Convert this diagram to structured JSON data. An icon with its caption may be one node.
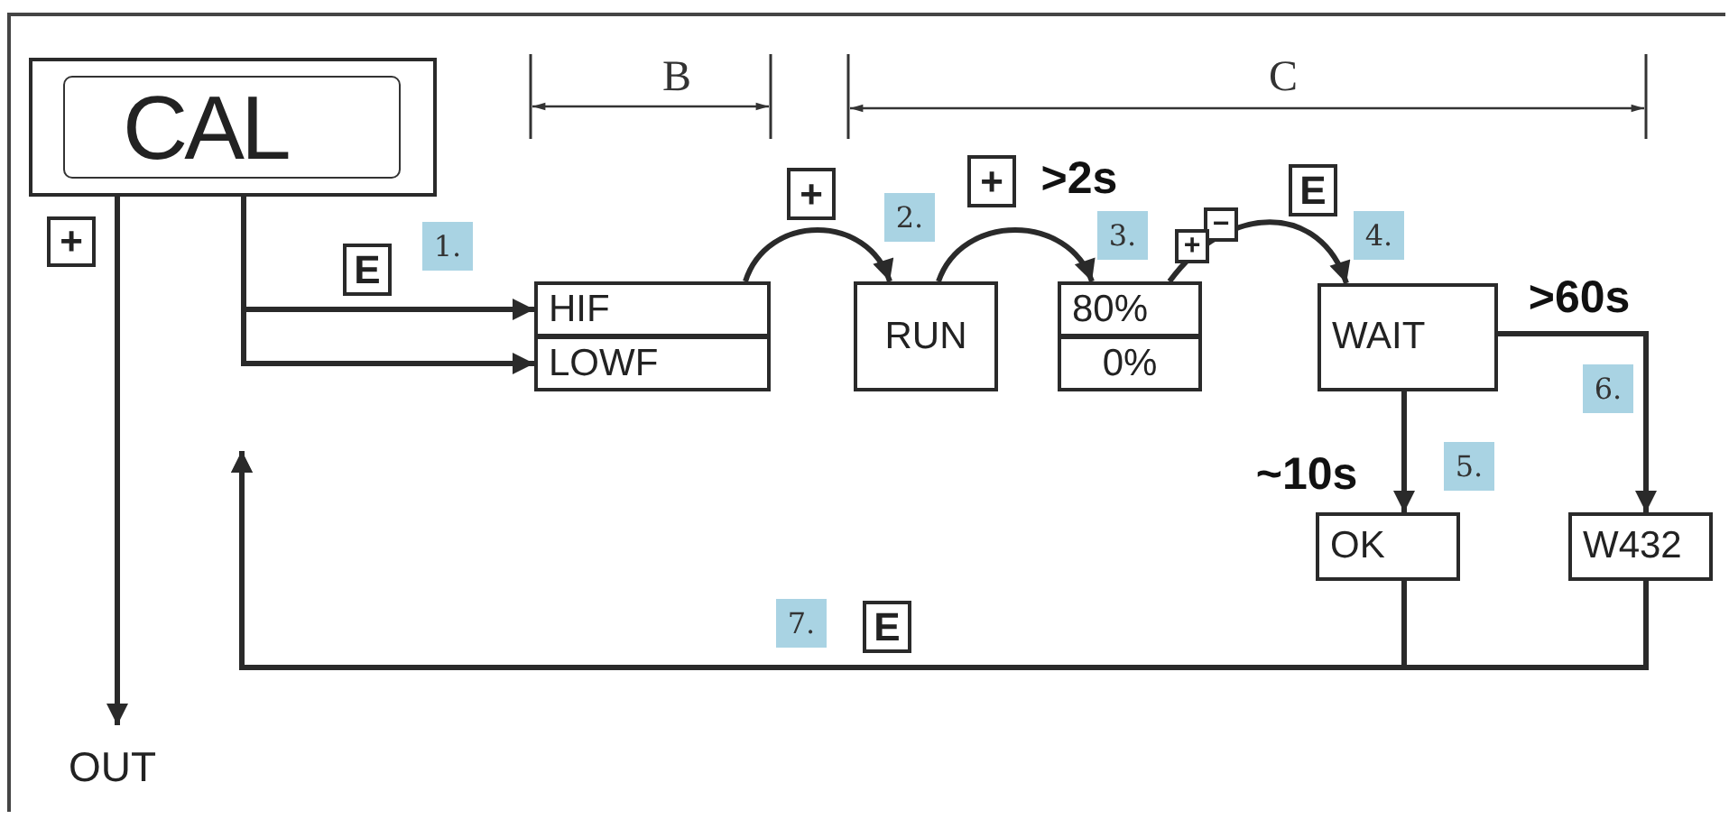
{
  "diagram": {
    "nodes": [
      {
        "text": [
          "CAL"
        ]
      },
      {
        "text": [
          "HIF"
        ]
      },
      {
        "text": [
          "LOWF"
        ]
      },
      {
        "text": [
          "RUN"
        ]
      },
      {
        "text": [
          "80%"
        ]
      },
      {
        "text": [
          "0%"
        ]
      },
      {
        "text": [
          "WAIT"
        ]
      },
      {
        "text": [
          "OK"
        ]
      },
      {
        "text": [
          "W432"
        ]
      },
      {
        "text": [
          "OUT"
        ]
      }
    ],
    "edges": [
      {
        "from": 0,
        "to": 9,
        "arrow": "to"
      },
      {
        "from": 0,
        "to": 1,
        "arrow": "to"
      },
      {
        "from": 0,
        "to": 2,
        "arrow": "to"
      },
      {
        "from": 1,
        "to": 3,
        "arrow": "to"
      },
      {
        "from": 3,
        "to": 4,
        "arrow": "to"
      },
      {
        "from": 4,
        "to": 6,
        "arrow": "to"
      },
      {
        "from": 6,
        "to": 7,
        "arrow": "to"
      },
      {
        "from": 6,
        "to": 8,
        "arrow": "to"
      },
      {
        "from": 7,
        "to": null,
        "arrow": "to"
      },
      {
        "from": 8,
        "to": null,
        "arrow": "to"
      }
    ],
    "labels": [
      "B",
      "C",
      "+",
      "+",
      ">2s",
      "E",
      "2.",
      "+",
      "1.",
      "−",
      "3.",
      "4.",
      "+",
      "E",
      ">60s",
      "6.",
      "5.",
      "~10s",
      "7.",
      "E"
    ]
  }
}
